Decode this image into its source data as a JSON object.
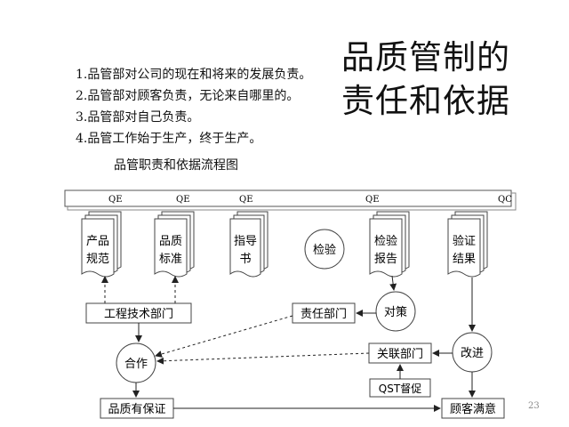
{
  "list": [
    {
      "num": "1.",
      "text": "品管部对公司的现在和将来的发展负责。"
    },
    {
      "num": "2.",
      "text": "品管部对顾客负责，无论来自哪里的。"
    },
    {
      "num": "3.",
      "text": "品管部对自己负责。"
    },
    {
      "num": "4.",
      "text": "品管工作始于生产，终于生产。"
    }
  ],
  "title_line1": "品质管制的",
  "title_line2": "责任和依据",
  "subtitle": "品管职责和依据流程图",
  "banner_labels": [
    "QE",
    "QE",
    "QE",
    "QE",
    "QC"
  ],
  "documents": [
    {
      "line1": "产品",
      "line2": "规范"
    },
    {
      "line1": "品质",
      "line2": "标准"
    },
    {
      "line1": "指导",
      "line2": "书"
    },
    {
      "line1": "检验",
      "line2": "报告"
    },
    {
      "line1": "验证",
      "line2": "结果"
    }
  ],
  "nodes": {
    "inspection": "检验",
    "countermeasure": "对策",
    "cooperation": "合作",
    "improvement": "改进"
  },
  "boxes": {
    "engineering": "工程技术部门",
    "responsible": "责任部门",
    "related": "关联部门",
    "qst": "QST督促",
    "quality_assured": "品质有保证",
    "customer": "顾客满意"
  },
  "page_number": "23"
}
